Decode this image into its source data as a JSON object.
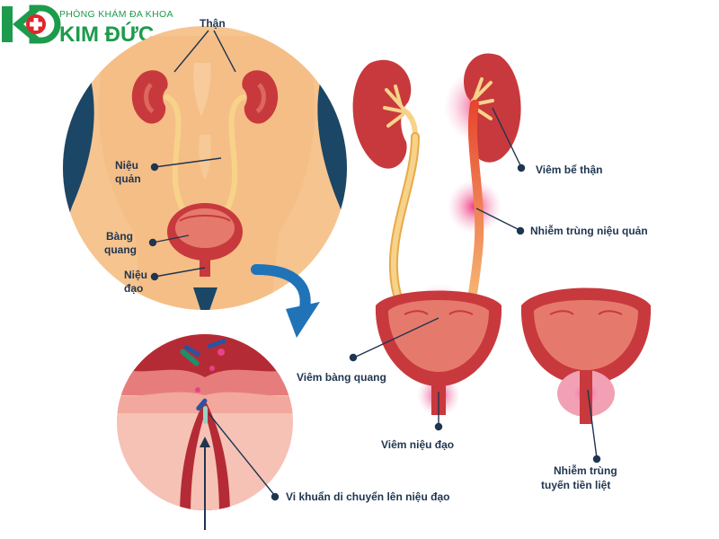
{
  "logo": {
    "subtitle": "PHÒNG KHÁM ĐA KHOA",
    "name": "KIM ĐỨC",
    "mark": "KĐ",
    "green": "#1d9b4c",
    "red": "#e0262b"
  },
  "labels": {
    "kidney": "Thận",
    "ureter_line1": "Niệu",
    "ureter_line2": "quản",
    "bladder_line1": "Bàng",
    "bladder_line2": "quang",
    "urethra_line1": "Niệu",
    "urethra_line2": "đạo",
    "pyelonephritis": "Viêm bể thận",
    "ureter_infection": "Nhiễm trùng niệu quản",
    "cystitis": "Viêm bàng quang",
    "urethritis": "Viêm niệu đạo",
    "prostate_line1": "Nhiễm trùng",
    "prostate_line2": "tuyến tiền liệt",
    "bacteria": "Vi khuẩn di chuyển lên niệu đạo"
  },
  "colors": {
    "skin": "#f6c48e",
    "dark_bg": "#1b4666",
    "organ": "#c8393d",
    "organ_light": "#e57a6c",
    "ureter": "#f7d38a",
    "arrow": "#2173b8",
    "infection": "#f04d8a",
    "label_text": "#1f3550"
  }
}
